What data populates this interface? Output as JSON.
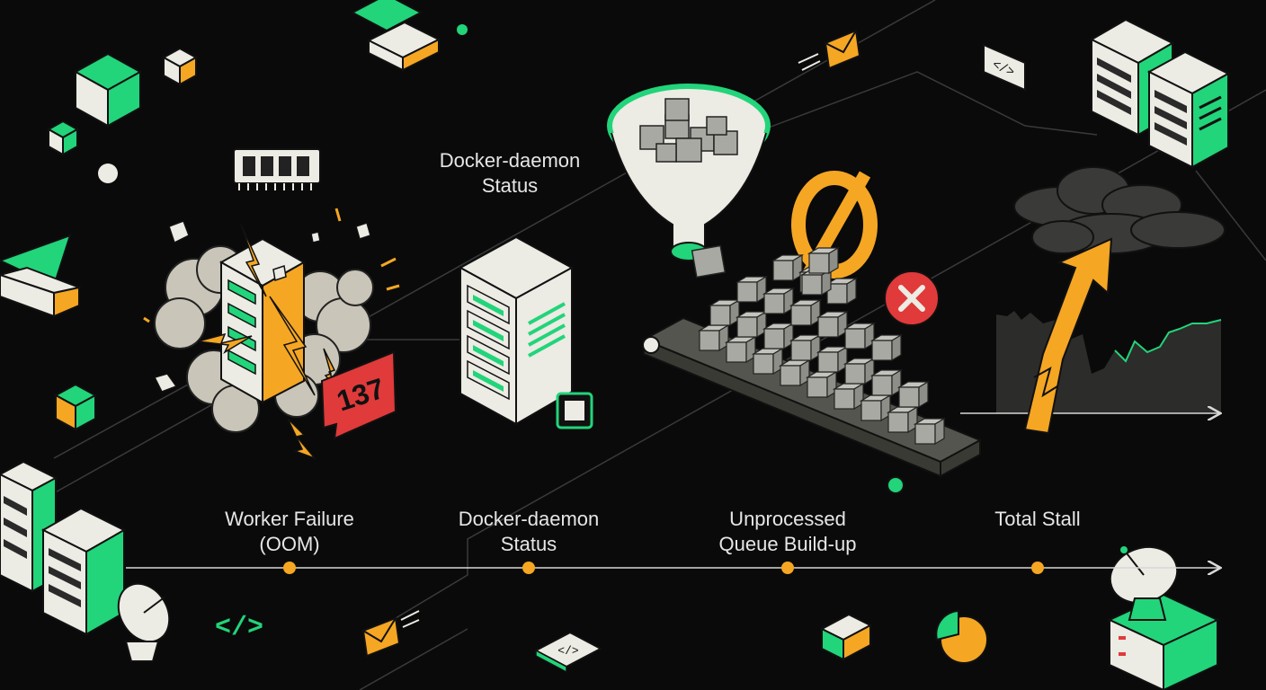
{
  "colors": {
    "background": "#0a0a0a",
    "accent_green": "#22d47a",
    "accent_orange": "#f5a623",
    "alert_red": "#e03a3a",
    "cube_face_light": "#ecebe4",
    "line": "#8a8a8a",
    "box_gray": "#a9a9a3"
  },
  "float_label": {
    "line1": "Docker-daemon",
    "line2": "Status"
  },
  "timeline": {
    "stages": [
      {
        "line1": "Worker Failure",
        "line2": "(OOM)"
      },
      {
        "line1": "Docker-daemon",
        "line2": "Status"
      },
      {
        "line1": "Unprocessed",
        "line2": "Queue Build-up"
      },
      {
        "line1": "Total Stall",
        "line2": ""
      }
    ]
  },
  "failure_badge": {
    "code": "137"
  },
  "icons": {
    "code_snippet": "</>",
    "names": [
      "memory-chip-icon",
      "envelope-icon",
      "code-icon",
      "satellite-dish-icon",
      "pie-chart-icon",
      "error-x-icon",
      "null-symbol-icon",
      "funnel-icon",
      "conveyor-belt-icon",
      "storm-cloud-icon",
      "trend-arrow-icon",
      "server-rack-icon"
    ]
  },
  "null_symbol": "Ø"
}
